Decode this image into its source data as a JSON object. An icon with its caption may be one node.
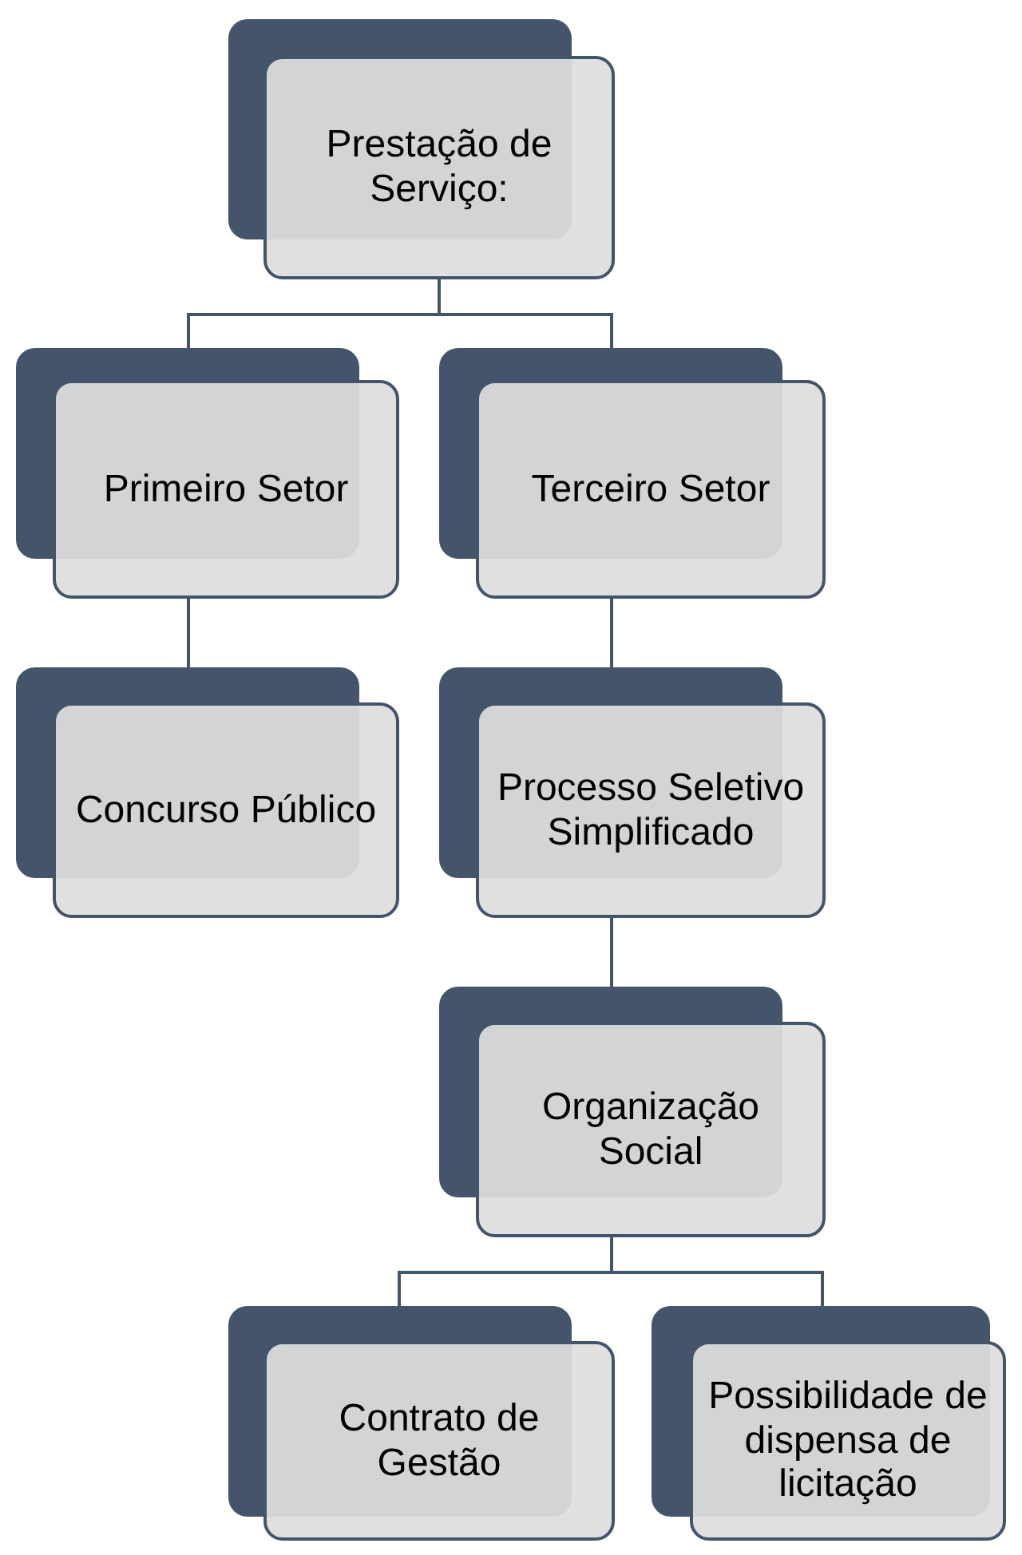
{
  "diagram": {
    "nodes": [
      {
        "text": [
          "Prestação de Serviço:"
        ]
      },
      {
        "text": [
          "Primeiro Setor"
        ]
      },
      {
        "text": [
          "Terceiro Setor"
        ]
      },
      {
        "text": [
          "Concurso Público"
        ]
      },
      {
        "text": [
          "Processo Seletivo Simplificado"
        ]
      },
      {
        "text": [
          "Organização Social"
        ]
      },
      {
        "text": [
          "Contrato de Gestão"
        ]
      },
      {
        "text": [
          "Possibilidade de dispensa de licitação"
        ]
      }
    ],
    "edges": [
      {
        "from": 0,
        "to": 1,
        "arrow": "none"
      },
      {
        "from": 0,
        "to": 2,
        "arrow": "none"
      },
      {
        "from": 1,
        "to": 3,
        "arrow": "none"
      },
      {
        "from": 2,
        "to": 4,
        "arrow": "none"
      },
      {
        "from": 4,
        "to": 5,
        "arrow": "none"
      },
      {
        "from": 5,
        "to": 6,
        "arrow": "none"
      },
      {
        "from": 5,
        "to": 7,
        "arrow": "none"
      }
    ]
  }
}
